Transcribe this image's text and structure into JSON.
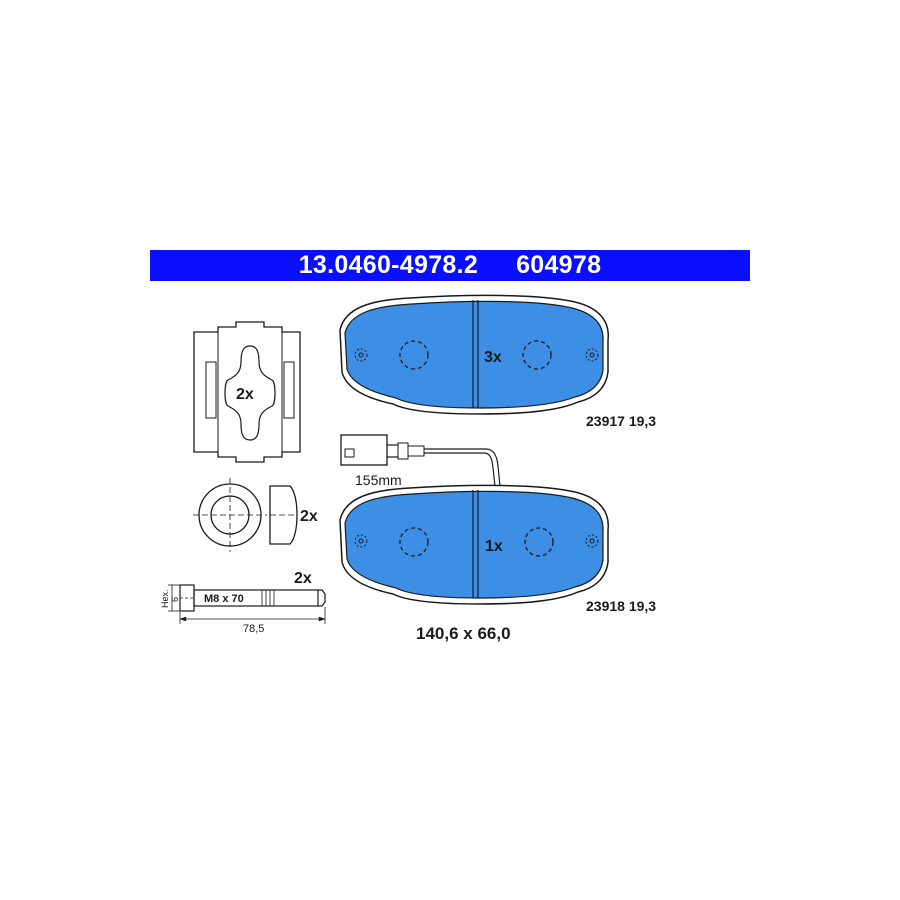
{
  "header": {
    "part_number": "13.0460-4978.2",
    "article_number": "604978"
  },
  "pads": [
    {
      "quantity": "3x",
      "code": "23917 19,3"
    },
    {
      "quantity": "1x",
      "code": "23918 19,3"
    }
  ],
  "sensor": {
    "length": "155mm"
  },
  "pad_dimensions": "140,6 x 66,0",
  "accessories": {
    "spring_clip_quantity": "2x",
    "sleeve_quantity": "2x",
    "bolt_quantity": "2x",
    "bolt_size": "M8 x 70",
    "bolt_length": "78,5",
    "hex_label": "Hex.",
    "hex_size": "6"
  },
  "colors": {
    "header_bg": "#0a10ff",
    "pad_fill": "#3d8fe6",
    "line": "#1a1a1a"
  }
}
